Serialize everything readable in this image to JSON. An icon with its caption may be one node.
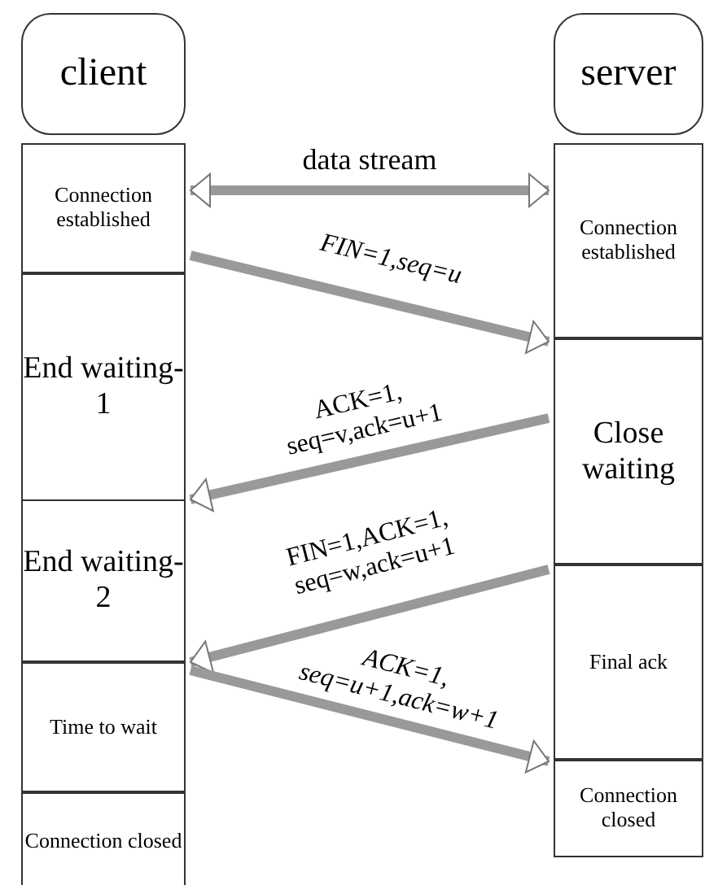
{
  "diagram": {
    "nodes": [
      {
        "text": [
          "client"
        ]
      },
      {
        "text": [
          "server"
        ]
      },
      {
        "text": [
          "Connection established"
        ]
      },
      {
        "text": [
          "Connection established"
        ]
      },
      {
        "text": [
          "End waiting-1"
        ]
      },
      {
        "text": [
          "Close waiting"
        ]
      },
      {
        "text": [
          "End waiting-2"
        ]
      },
      {
        "text": [
          "Final ack"
        ]
      },
      {
        "text": [
          "Time to wait"
        ]
      },
      {
        "text": [
          "Connection closed"
        ]
      },
      {
        "text": [
          "Connection closed"
        ]
      }
    ],
    "edges": [
      {
        "from": 2,
        "to": 3,
        "arrow": "both",
        "label": "data stream"
      },
      {
        "from": 2,
        "to": 5,
        "arrow": "to",
        "label": "FIN=1,seq=u"
      },
      {
        "from": 5,
        "to": 6,
        "arrow": "to",
        "label": "ACK=1, seq=v,ack=u+1"
      },
      {
        "from": 7,
        "to": 8,
        "arrow": "to",
        "label": "FIN=1,ACK=1, seq=w,ack=u+1"
      },
      {
        "from": 8,
        "to": 9,
        "arrow": "to",
        "label": "ACK=1, seq=u+1,ack=w+1"
      }
    ]
  }
}
